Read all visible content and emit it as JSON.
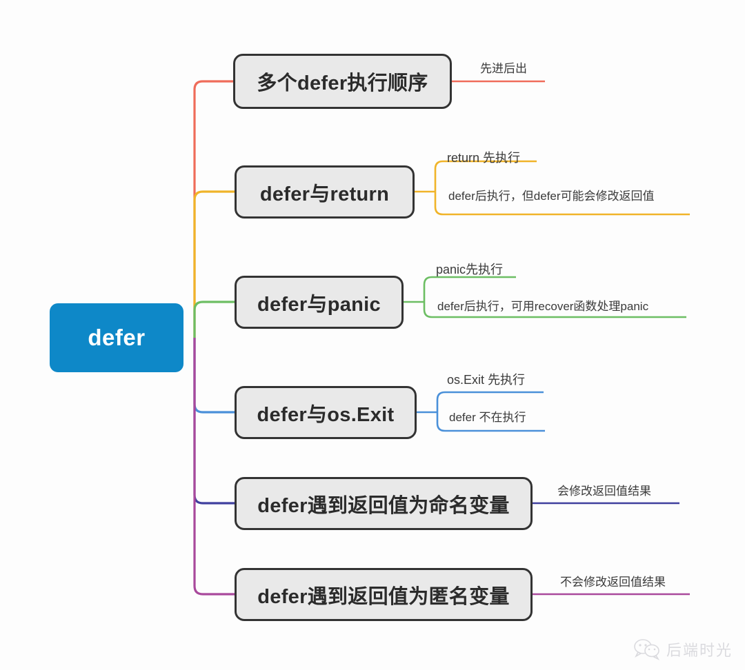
{
  "diagram": {
    "type": "mindmap",
    "root": {
      "label": "defer",
      "color": "#0e88c8",
      "text_color": "#ffffff"
    },
    "node_style": {
      "fill": "#e9e9e9",
      "border": "#333333",
      "text": "#2b2b2b"
    },
    "branches": [
      {
        "label": "多个defer执行顺序",
        "color": "#ef6c5a",
        "style": "underline",
        "notes": [
          "先进后出"
        ]
      },
      {
        "label": "defer与return",
        "color": "#f0b429",
        "style": "bracket",
        "notes": [
          "return 先执行",
          "defer后执行，但defer可能会修改返回值"
        ]
      },
      {
        "label": "defer与panic",
        "color": "#6cbe63",
        "style": "bracket",
        "notes": [
          "panic先执行",
          "defer后执行，可用recover函数处理panic"
        ]
      },
      {
        "label": "defer与os.Exit",
        "color": "#4a90d9",
        "style": "bracket",
        "notes": [
          "os.Exit 先执行",
          "defer 不在执行"
        ]
      },
      {
        "label": "defer遇到返回值为命名变量",
        "color": "#3f3f9e",
        "style": "underline",
        "notes": [
          "会修改返回值结果"
        ]
      },
      {
        "label": "defer遇到返回值为匿名变量",
        "color": "#a9499c",
        "style": "underline",
        "notes": [
          "不会修改返回值结果"
        ]
      }
    ]
  },
  "watermark": {
    "icon": "wechat-icon",
    "text": "后端时光"
  }
}
